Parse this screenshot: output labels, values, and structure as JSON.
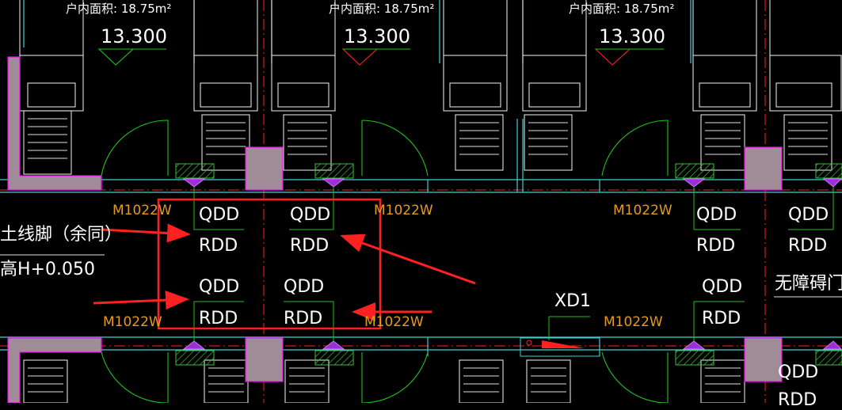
{
  "drawing": {
    "area_labels": [
      "户内面积: 18.75m²",
      "户内面积: 18.75m²",
      "户内面积: 18.75m²"
    ],
    "elevation_labels": [
      "13.300",
      "13.300",
      "13.300"
    ],
    "door_tags": [
      "M1022W",
      "M1022W",
      "M1022W",
      "M1022W",
      "M1022W",
      "M1022W"
    ],
    "fixture_codes": {
      "qdd": "QDD",
      "rdd": "RDD"
    },
    "notes": {
      "skirting": "土线脚（余同）",
      "height": "高H+0.050",
      "accessible": "无障碍门",
      "xd": "XD1"
    },
    "colors": {
      "background": "#000000",
      "wall_fill": "#a08c96",
      "wall_edge": "#ff00ff",
      "grid_red": "#ff2020",
      "door_swing": "#20c020",
      "door_tag": "#e69a1e",
      "highlight_box": "#ff2020",
      "annotation_arrow": "#ff2020",
      "fixture_purple": "#9b30d9",
      "hatch_green": "#3cbe3c",
      "cyan_line": "#3fd0d0"
    }
  }
}
